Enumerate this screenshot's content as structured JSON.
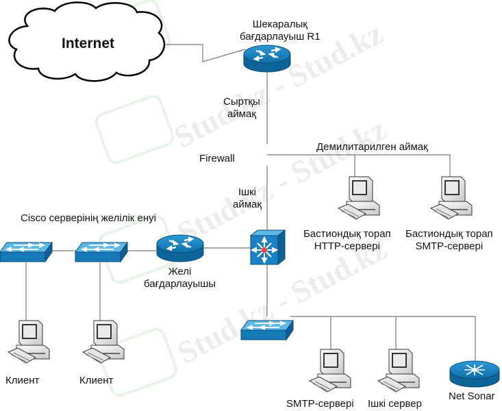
{
  "labels": {
    "internet": "Internet",
    "border_router": [
      "Шекаралық",
      "бағдарлауыш R1"
    ],
    "outer_zone": [
      "Сыртқы",
      "аймақ"
    ],
    "firewall": "Firewall",
    "dmz": "Демилитарилген аймақ",
    "inner_zone": [
      "Ішкі",
      "аймақ"
    ],
    "cisco_entry": "Cisco серверінің желілік енуі",
    "bastion_http": [
      "Бастиондық торап",
      "HTTP-сервері"
    ],
    "bastion_smtp": [
      "Бастиондық торап",
      "SMTP-сервері"
    ],
    "net_router": [
      "Желі",
      "бағдарлауышы"
    ],
    "client1": "Клиент",
    "client2": "Клиент",
    "smtp_server": "SMTP-сервері",
    "inner_server": "Ішкі сервер",
    "net_sonar": "Net Sonar"
  },
  "watermark": "Stud.kz - Stud.kz",
  "colors": {
    "device_blue": "#1e8fd0",
    "device_top": "#58b7e8",
    "line": "#777777"
  },
  "icons": [
    "cloud-icon",
    "router-icon",
    "switch-icon",
    "multilayer-switch-icon",
    "workstation-icon"
  ]
}
